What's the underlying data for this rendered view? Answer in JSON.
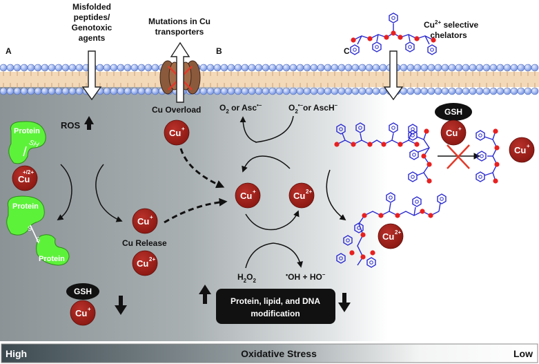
{
  "panels": {
    "a": "A",
    "b": "B",
    "c": "C"
  },
  "top_labels": {
    "misfolded": [
      "Misfolded",
      "peptides/",
      "Genotoxic",
      "agents"
    ],
    "mutations": [
      "Mutations in Cu",
      "transporters"
    ],
    "chelators_prefix": "Cu",
    "chelators_sup": "2+",
    "chelators_rest": " selective",
    "chelators_line2": "chelators"
  },
  "panel_a": {
    "ros": "ROS",
    "protein": "Protein",
    "sh": "SH",
    "s": "S",
    "cu_ion": "Cu",
    "cu_ion_sup": "+/2+",
    "cu_release": "Cu Release",
    "gsh": "GSH"
  },
  "panel_b": {
    "cu_overload": "Cu Overload",
    "o2_left": "O",
    "o2_left_sub": "2",
    "o2_left_rest": " or Asc",
    "o2_left_sup": "•–",
    "o2_right": "O",
    "o2_right_sub": "2",
    "o2_right_sup": "•–",
    "o2_right_rest": "or AscH",
    "o2_right_sup2": "–",
    "h2o2": "H",
    "h2o2_sub": "2",
    "h2o2_o": "O",
    "h2o2_sub2": "2",
    "oh_dot": "•",
    "oh_text": "OH + HO",
    "oh_sup": "–",
    "modification": [
      "Protein, lipid, and DNA",
      "modification"
    ]
  },
  "panel_c": {
    "gsh": "GSH"
  },
  "ions": {
    "cu": "Cu",
    "plus": "+",
    "two_plus": "2+"
  },
  "stress_bar": {
    "high": "High",
    "title": "Oxidative Stress",
    "low": "Low"
  },
  "colors": {
    "cu_ion": "#9b1e18",
    "protein": "#5df23a",
    "membrane_head": "#8aa6e8",
    "chelator_bond": "#2a2ad0",
    "chelator_atom": "#e82020",
    "gradient_dark": "#8d9598",
    "bar_dark": "#3c4a50"
  },
  "icons": [
    "membrane",
    "transporter-channel",
    "up-arrow",
    "down-arrow",
    "dashed-arrow",
    "cycle-arrow",
    "chelator-molecule",
    "blocked-x"
  ]
}
